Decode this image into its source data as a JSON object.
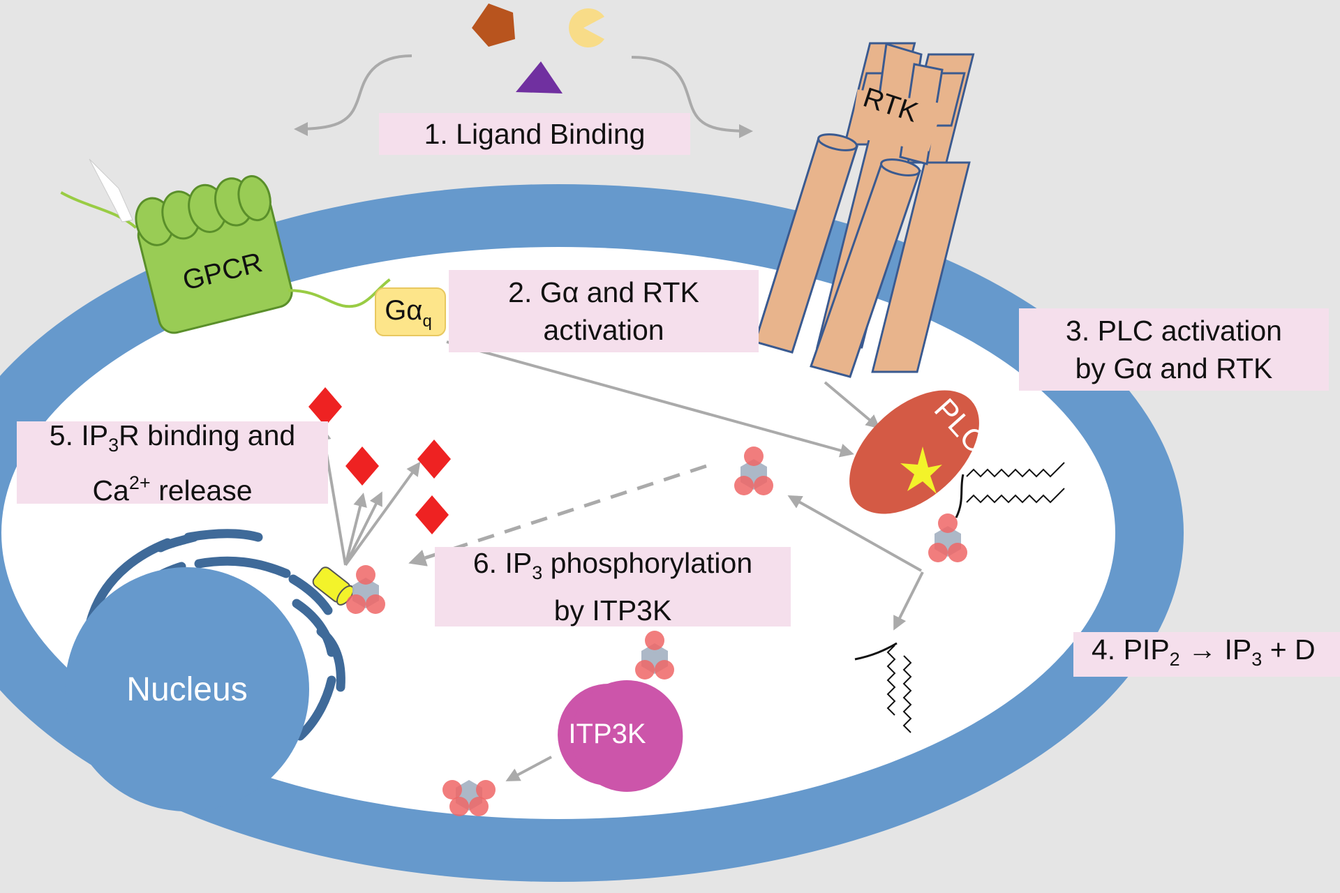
{
  "labels": {
    "step1": "1. Ligand Binding",
    "step2_line1": "2. Gα and RTK",
    "step2_line2": "activation",
    "step3_line1": "3. PLC activation",
    "step3_line2": "by Gα and RTK",
    "step4_prefix": "4. PIP",
    "step4_sub1": "2",
    "step4_arrow": "→ IP",
    "step4_sub2": "3",
    "step4_suffix": "+ D",
    "step5_prefix": "5. IP",
    "step5_sub": "3",
    "step5_suffix": "R binding and",
    "step5_line2_prefix": "Ca",
    "step5_sup": "2+",
    "step5_line2_suffix": "release",
    "step6_prefix": "6. IP",
    "step6_sub": "3",
    "step6_suffix": "phosphorylation",
    "step6_line2": "by ITP3K",
    "gpcr": "GPCR",
    "rtk": "RTK",
    "plc": "PLC",
    "galpha": "Gα",
    "galpha_sub": "q",
    "nucleus": "Nucleus",
    "itp3k": "ITP3K"
  },
  "colors": {
    "membrane": "#6699cc",
    "cytoplasm": "#ffffff",
    "label_box": "#f5dfec",
    "gpcr": "#99cc55",
    "rtk": "#e8b48c",
    "plc": "#d45a45",
    "itp3k": "#cc55aa",
    "calcium": "#ee2222",
    "ip3_core": "#a8b4c4",
    "ip3_phosphate": "#ee6666"
  }
}
